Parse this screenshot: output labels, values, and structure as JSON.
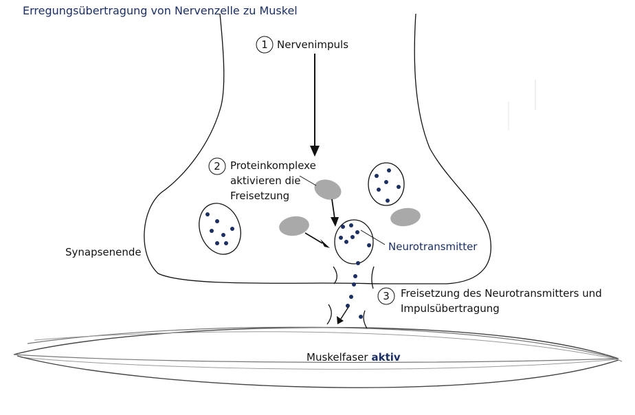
{
  "title": "Erregungsübertragung von Nervenzelle zu Muskel",
  "steps": [
    {
      "number": "1",
      "label": "Nervenimpuls"
    },
    {
      "number": "2",
      "lines": [
        "Proteinkomplexe",
        "aktivieren die",
        "Freisetzung"
      ]
    },
    {
      "number": "3",
      "lines": [
        "Freisetzung des Neurotransmitters und",
        "Impulsübertragung"
      ]
    }
  ],
  "labels": {
    "synapse": "Synapsenende",
    "neurotransmitter": "Neurotransmitter",
    "muscle_prefix": "Muskelfaser",
    "muscle_state": "aktiv"
  },
  "colors": {
    "accent": "#1b2f63",
    "protein": "#a9a9a9",
    "line": "#111111",
    "fiber": "#777777"
  }
}
